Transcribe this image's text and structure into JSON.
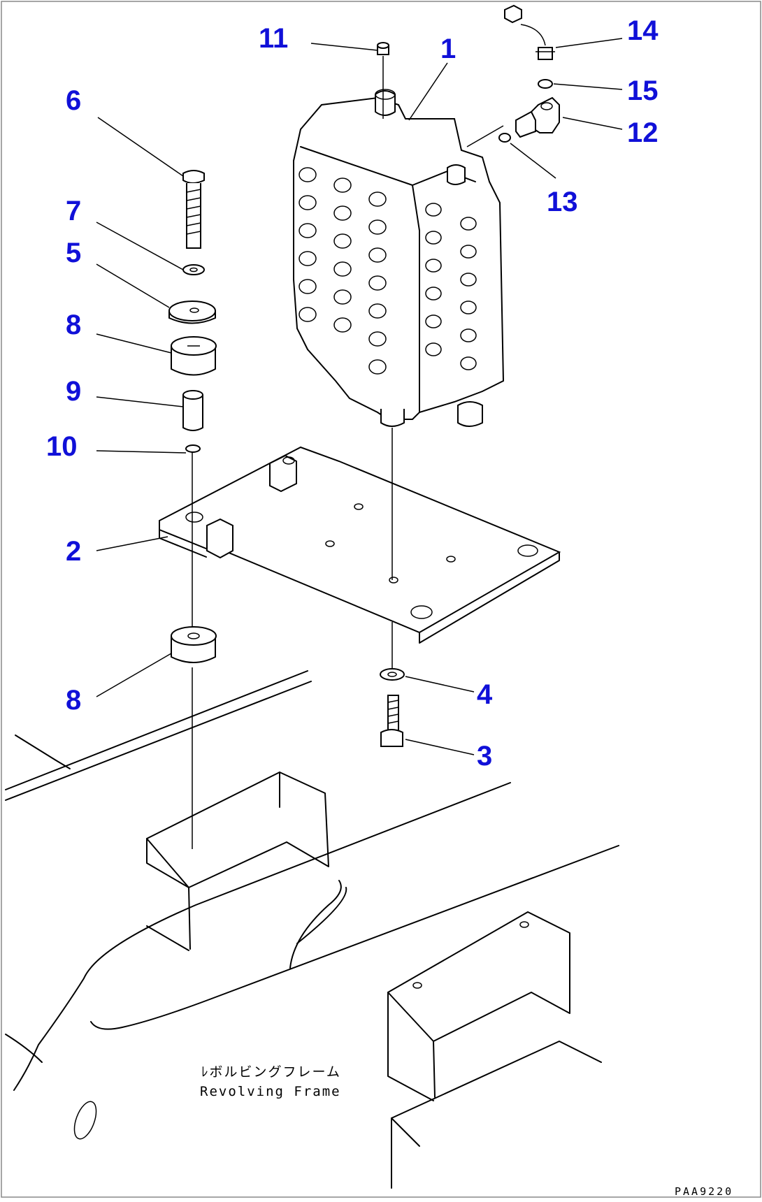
{
  "diagram": {
    "callouts": [
      {
        "id": "c1",
        "label": "1"
      },
      {
        "id": "c2",
        "label": "2"
      },
      {
        "id": "c3",
        "label": "3"
      },
      {
        "id": "c4",
        "label": "4"
      },
      {
        "id": "c5",
        "label": "5"
      },
      {
        "id": "c6",
        "label": "6"
      },
      {
        "id": "c7",
        "label": "7"
      },
      {
        "id": "c8a",
        "label": "8"
      },
      {
        "id": "c8b",
        "label": "8"
      },
      {
        "id": "c9",
        "label": "9"
      },
      {
        "id": "c10",
        "label": "10"
      },
      {
        "id": "c11",
        "label": "11"
      },
      {
        "id": "c12",
        "label": "12"
      },
      {
        "id": "c13",
        "label": "13"
      },
      {
        "id": "c14",
        "label": "14"
      },
      {
        "id": "c15",
        "label": "15"
      }
    ],
    "frame_note_jp": "ﾚボルビングフレーム",
    "frame_note_en": "Revolving Frame",
    "drawing_code": "PAA9220",
    "callout_color": "#1010d8",
    "line_color": "#000000"
  }
}
